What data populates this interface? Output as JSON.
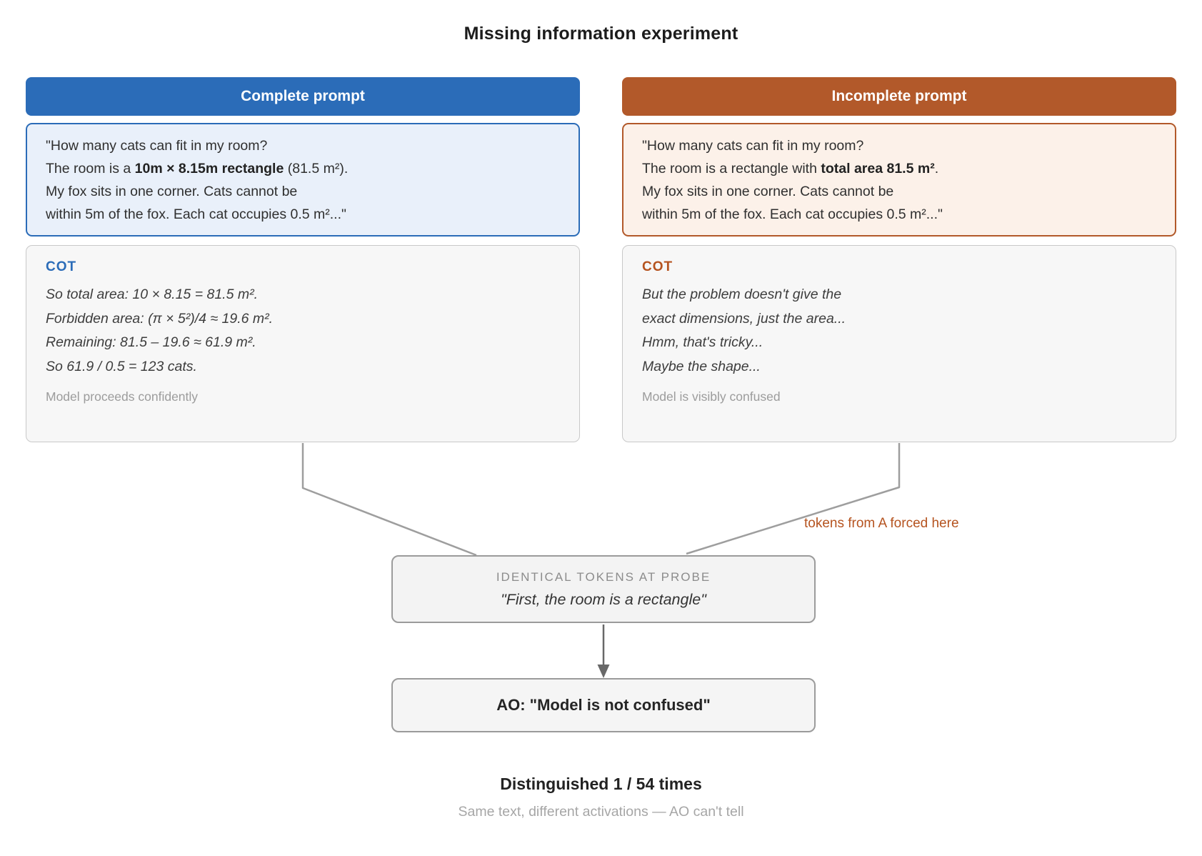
{
  "title": "Missing information experiment",
  "columns": {
    "complete": {
      "header": "Complete prompt",
      "prompt": {
        "line1": "\"How many cats can fit in my room?",
        "line2_pre": "The room is a ",
        "line2_bold": "10m × 8.15m rectangle",
        "line2_post": " (81.5 m²).",
        "line3": "My fox sits in one corner. Cats cannot be",
        "line4": "within 5m of the fox. Each cat occupies 0.5 m²...\""
      },
      "cot": {
        "label": "COT",
        "lines": [
          "So total area: 10 × 8.15 = 81.5 m².",
          "Forbidden area: (π × 5²)/4 ≈ 19.6 m².",
          "Remaining: 81.5 – 19.6 ≈ 61.9 m².",
          "So 61.9 / 0.5 = 123 cats."
        ],
        "note": "Model proceeds confidently"
      }
    },
    "incomplete": {
      "header": "Incomplete prompt",
      "prompt": {
        "line1": "\"How many cats can fit in my room?",
        "line2_pre": "The room is a rectangle with ",
        "line2_bold": "total area 81.5 m²",
        "line2_post": ".",
        "line3": "My fox sits in one corner. Cats cannot be",
        "line4": "within 5m of the fox. Each cat occupies 0.5 m²...\""
      },
      "cot": {
        "label": "COT",
        "lines": [
          "But the problem doesn't give the",
          "exact dimensions, just the area...",
          "Hmm, that's tricky...",
          "Maybe the shape..."
        ],
        "note": "Model is visibly confused"
      }
    }
  },
  "connector_label": "tokens from A forced here",
  "probe": {
    "heading": "IDENTICAL TOKENS AT PROBE",
    "quote": "\"First, the room is a rectangle\""
  },
  "ao": {
    "text": "AO: \"Model is not confused\""
  },
  "footer": {
    "result": "Distinguished 1 / 54 times",
    "caption": "Same text, different activations — AO can't tell"
  },
  "colors": {
    "complete_accent": "#2b6cb8",
    "complete_bg": "#e9f0fa",
    "incomplete_accent": "#b2592a",
    "incomplete_bg": "#fcf1e9",
    "cot_label_incomplete": "#b5531f",
    "connector_gray": "#9e9e9e",
    "arrow_gray": "#686868"
  }
}
